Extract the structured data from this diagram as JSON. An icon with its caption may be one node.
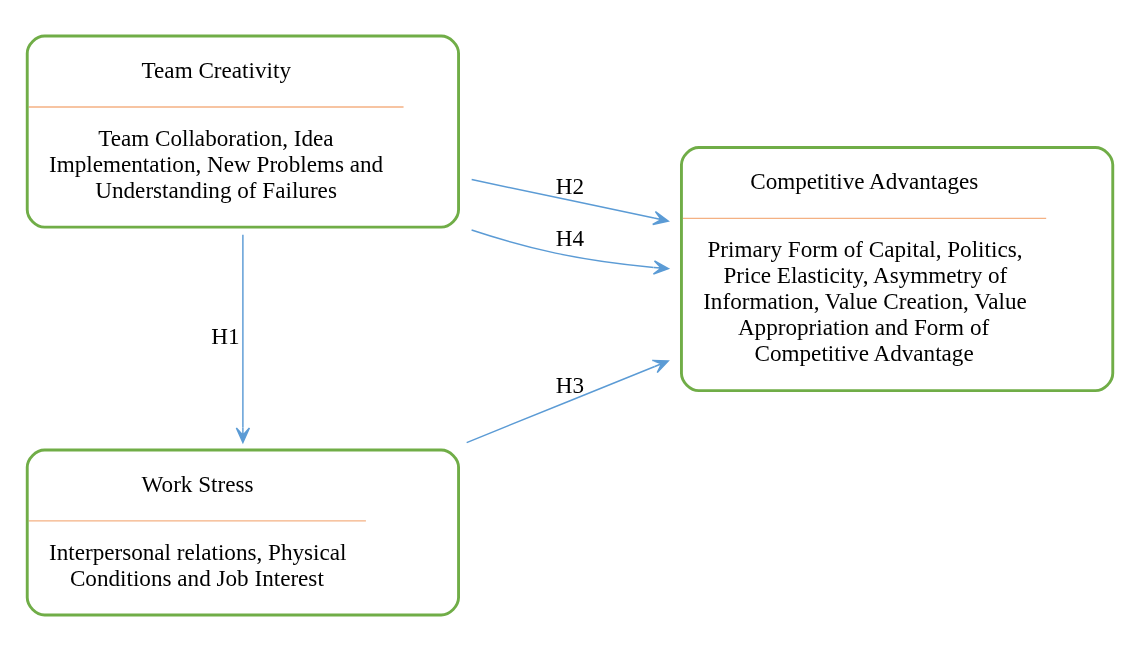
{
  "diagram": {
    "nodes": [
      {
        "text": [
          "Team Creativity",
          "Team Collaboration, Idea Implementation, New Problems and Understanding of Failures"
        ]
      },
      {
        "text": [
          "Work Stress",
          "Interpersonal relations, Physical Conditions and Job Interest"
        ]
      },
      {
        "text": [
          "Competitive Advantages",
          "Primary Form of Capital, Politics, Price Elasticity, Asymmetry of Information, Value Creation, Value Appropriation and Form of Competitive Advantage"
        ]
      }
    ],
    "edges": [
      {
        "from": 0,
        "to": 1,
        "arrow": "to",
        "label": "H1"
      },
      {
        "from": 0,
        "to": 2,
        "arrow": "to",
        "label": "H2"
      },
      {
        "from": 1,
        "to": 2,
        "arrow": "to",
        "label": "H3"
      },
      {
        "from": 0,
        "to": 2,
        "arrow": "to",
        "label": "H4"
      }
    ]
  }
}
